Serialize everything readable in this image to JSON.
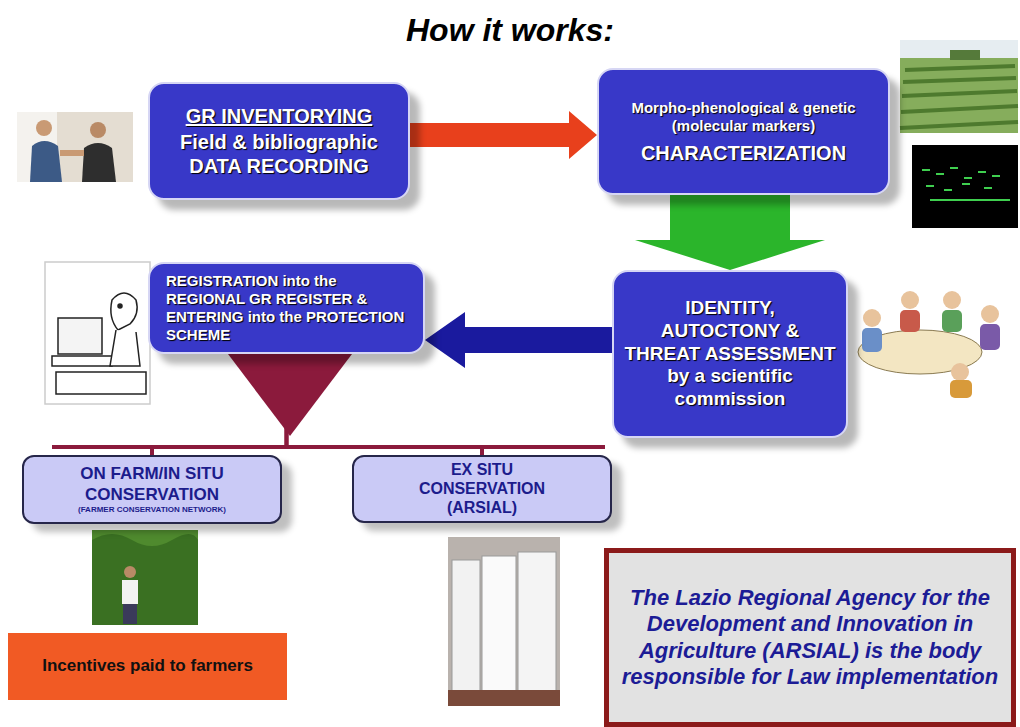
{
  "diagram": {
    "title": "How it works:",
    "nodes": [
      {
        "text": [
          "GR INVENTORYING",
          "Field & bibliographic DATA RECORDING"
        ]
      },
      {
        "text": [
          "Morpho-phenological & genetic (molecular markers)",
          "CHARACTERIZATION"
        ]
      },
      {
        "text": [
          "REGISTRATION into the REGIONAL GR REGISTER & ENTERING into the PROTECTION SCHEME"
        ]
      },
      {
        "text": [
          "IDENTITY, AUTOCTONY & THREAT ASSESSMENT by a scientific commission"
        ]
      },
      {
        "text": [
          "ON FARM/IN SITU CONSERVATION",
          "(FARMER CONSERVATION NETWORK)"
        ]
      },
      {
        "text": [
          "EX SITU CONSERVATION (ARSIAL)"
        ]
      },
      {
        "text": [
          "Incentives paid to farmers"
        ]
      },
      {
        "text": [
          "The Lazio Regional Agency for the Development and Innovation in Agriculture (ARSIAL) is the body responsible for Law implementation"
        ]
      }
    ],
    "edges": [
      {
        "from": 0,
        "to": 1,
        "arrow": "to"
      },
      {
        "from": 1,
        "to": 3,
        "arrow": "to"
      },
      {
        "from": 3,
        "to": 2,
        "arrow": "to"
      },
      {
        "from": 2,
        "to": 4,
        "arrow": "none"
      },
      {
        "from": 2,
        "to": 5,
        "arrow": "none"
      }
    ]
  }
}
